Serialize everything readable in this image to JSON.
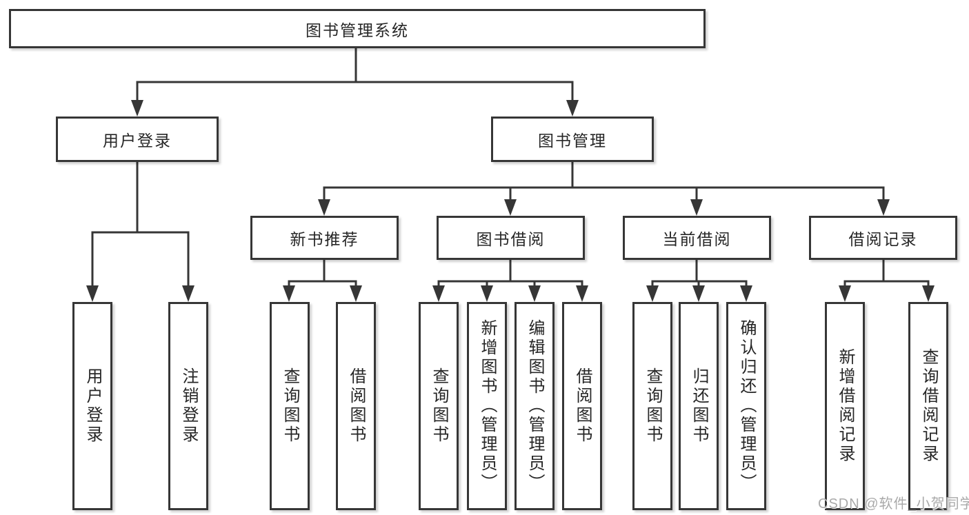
{
  "diagram": {
    "root": {
      "label": "图书管理系统"
    },
    "level1": [
      {
        "label": "用户登录"
      },
      {
        "label": "图书管理"
      }
    ],
    "level2": [
      {
        "label": "新书推荐",
        "parent": "图书管理"
      },
      {
        "label": "图书借阅",
        "parent": "图书管理"
      },
      {
        "label": "当前借阅",
        "parent": "图书管理"
      },
      {
        "label": "借阅记录",
        "parent": "图书管理"
      }
    ],
    "leaves": [
      {
        "label": "用户登录",
        "parent": "用户登录"
      },
      {
        "label": "注销登录",
        "parent": "用户登录"
      },
      {
        "label": "查询图书",
        "parent": "新书推荐"
      },
      {
        "label": "借阅图书",
        "parent": "新书推荐"
      },
      {
        "label": "查询图书",
        "parent": "图书借阅"
      },
      {
        "label": "新增图书（管理员）",
        "parent": "图书借阅"
      },
      {
        "label": "编辑图书（管理员）",
        "parent": "图书借阅"
      },
      {
        "label": "借阅图书",
        "parent": "图书借阅"
      },
      {
        "label": "查询图书",
        "parent": "当前借阅"
      },
      {
        "label": "归还图书",
        "parent": "当前借阅"
      },
      {
        "label": "确认归还（管理员）",
        "parent": "当前借阅"
      },
      {
        "label": "新增借阅记录",
        "parent": "借阅记录"
      },
      {
        "label": "查询借阅记录",
        "parent": "借阅记录"
      }
    ],
    "watermark": {
      "text": "CSDN @软件_小贺同学"
    },
    "colors": {
      "line": "#363636",
      "text": "#262626",
      "node_background": "#ffffff",
      "page_background": "#ffffff",
      "watermark": "#a9a9a9"
    }
  }
}
